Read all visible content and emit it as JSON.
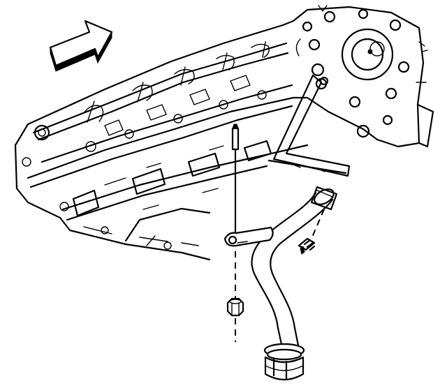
{
  "figure": {
    "subject": "engine-block-oil-pickup-tube",
    "colors": {
      "line": "#000000",
      "background": "#ffffff"
    },
    "parts": [
      {
        "id": "direction-arrow",
        "icon": "arrow-right-icon"
      },
      {
        "id": "engine-block"
      },
      {
        "id": "oil-pump-housing"
      },
      {
        "id": "pickup-tube"
      },
      {
        "id": "oil-strainer"
      },
      {
        "id": "mounting-bolt"
      },
      {
        "id": "stud"
      },
      {
        "id": "nut"
      },
      {
        "id": "gasket-outline"
      }
    ]
  }
}
